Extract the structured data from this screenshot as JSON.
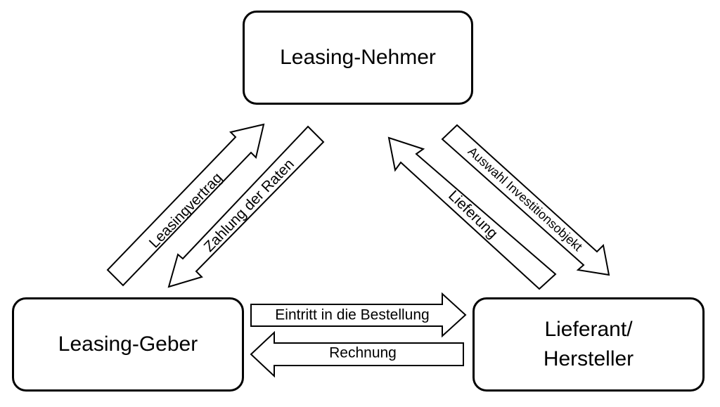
{
  "nodes": {
    "lessee": "Leasing-Nehmer",
    "lessor": "Leasing-Geber",
    "supplier_line1": "Lieferant/",
    "supplier_line2": "Hersteller"
  },
  "arrows": {
    "leasingvertrag": "Leasingvertrag",
    "zahlung": "Zahlung der Raten",
    "lieferung": "Lieferung",
    "auswahl": "Auswahl Investitionsobjekt",
    "eintritt": "Eintritt in die Bestellung",
    "rechnung": "Rechnung"
  }
}
